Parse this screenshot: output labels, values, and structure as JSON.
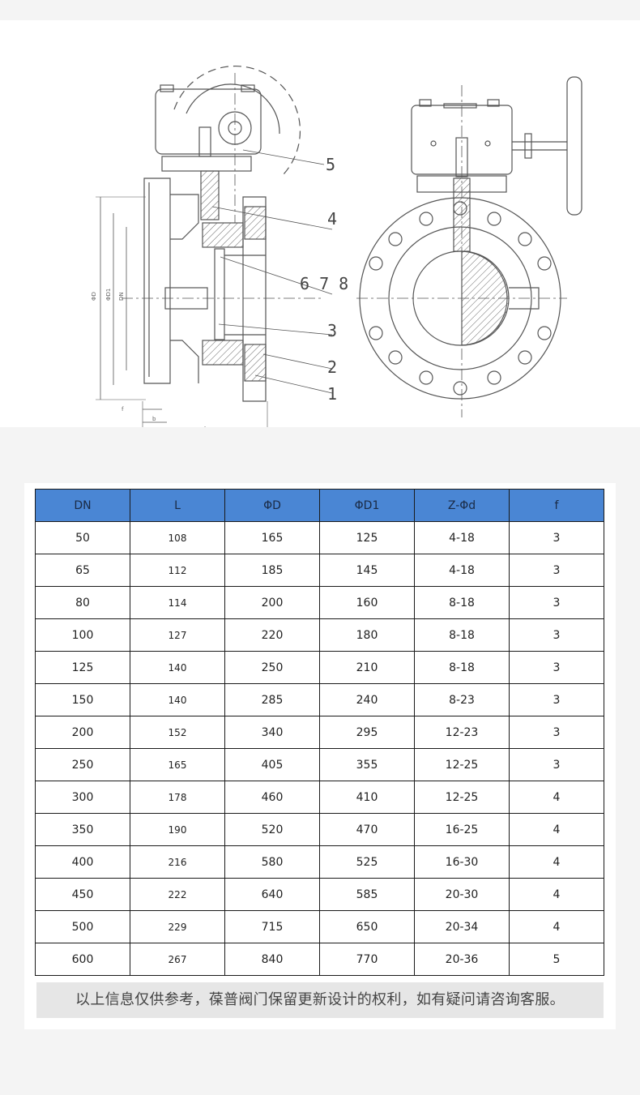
{
  "drawing": {
    "callouts": [
      "5",
      "4",
      "6 7 8",
      "3",
      "2",
      "1"
    ],
    "dimension_labels": [
      "ΦD",
      "ΦD1",
      "DN",
      "f",
      "b",
      "L"
    ]
  },
  "table": {
    "headers": [
      "DN",
      "L",
      "ΦD",
      "ΦD1",
      "Z-Φd",
      "f"
    ],
    "rows": [
      [
        "50",
        "108",
        "165",
        "125",
        "4-18",
        "3"
      ],
      [
        "65",
        "112",
        "185",
        "145",
        "4-18",
        "3"
      ],
      [
        "80",
        "114",
        "200",
        "160",
        "8-18",
        "3"
      ],
      [
        "100",
        "127",
        "220",
        "180",
        "8-18",
        "3"
      ],
      [
        "125",
        "140",
        "250",
        "210",
        "8-18",
        "3"
      ],
      [
        "150",
        "140",
        "285",
        "240",
        "8-23",
        "3"
      ],
      [
        "200",
        "152",
        "340",
        "295",
        "12-23",
        "3"
      ],
      [
        "250",
        "165",
        "405",
        "355",
        "12-25",
        "3"
      ],
      [
        "300",
        "178",
        "460",
        "410",
        "12-25",
        "4"
      ],
      [
        "350",
        "190",
        "520",
        "470",
        "16-25",
        "4"
      ],
      [
        "400",
        "216",
        "580",
        "525",
        "16-30",
        "4"
      ],
      [
        "450",
        "222",
        "640",
        "585",
        "20-30",
        "4"
      ],
      [
        "500",
        "229",
        "715",
        "650",
        "20-34",
        "4"
      ],
      [
        "600",
        "267",
        "840",
        "770",
        "20-36",
        "5"
      ]
    ]
  },
  "notice": "以上信息仅供参考，葆普阀门保留更新设计的权利，如有疑问请咨询客服。",
  "colors": {
    "header_bg": "#4a86d4",
    "line": "#555555",
    "notice_bg": "#e6e6e6"
  }
}
